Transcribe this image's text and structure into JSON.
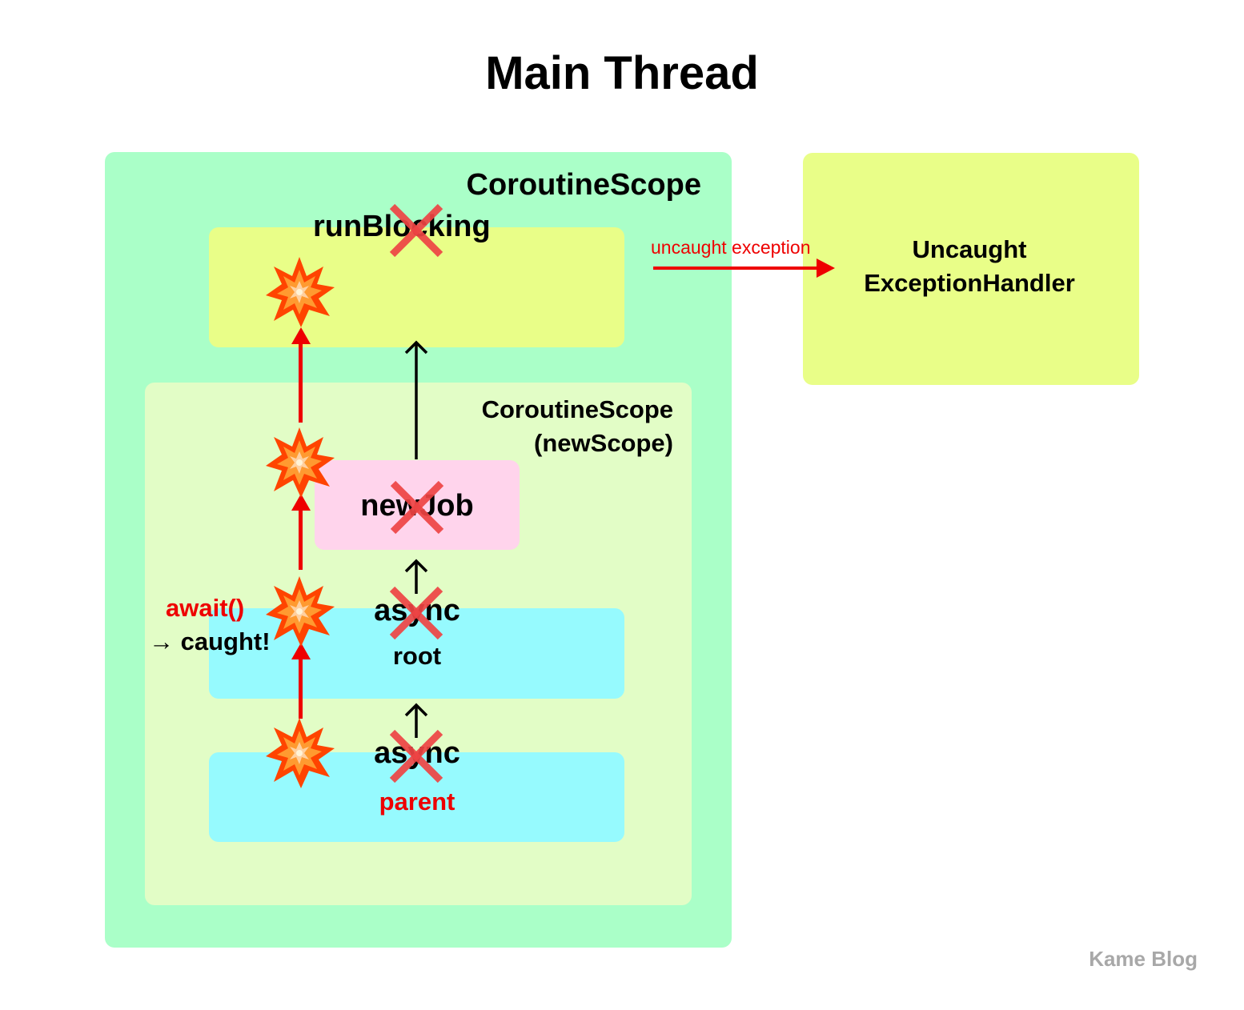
{
  "title": "Main Thread",
  "outer_scope": {
    "label": "CoroutineScope"
  },
  "run_blocking": {
    "label": "runBlocking"
  },
  "inner_scope": {
    "line1": "CoroutineScope",
    "line2": "(newScope)"
  },
  "new_job": {
    "label": "newJob"
  },
  "async_root": {
    "label": "async",
    "sublabel": "root"
  },
  "async_parent": {
    "label": "async",
    "sublabel": "parent"
  },
  "await_note": {
    "line1": "await()",
    "line2": "→ caught!"
  },
  "uncaught_arrow": {
    "label": "uncaught exception"
  },
  "handler": {
    "line1": "Uncaught",
    "line2": "ExceptionHandler"
  },
  "watermark": "Kame Blog",
  "colors": {
    "outer_scope": "#aaffc8",
    "inner_scope": "#e2fdc6",
    "run_blocking": "#e9fe88",
    "handler": "#e9fe88",
    "new_job": "#ffd4ec",
    "async": "#96fafe",
    "error_red": "#ee0000",
    "cross": "#ee4444"
  }
}
